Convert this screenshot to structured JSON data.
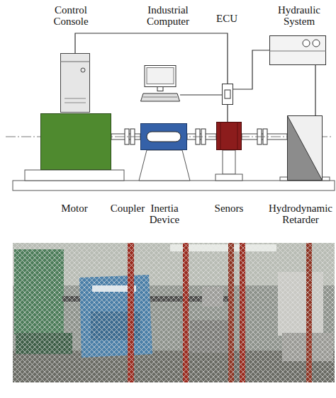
{
  "diagram": {
    "nodes": [
      {
        "text": [
          "Control Console"
        ]
      },
      {
        "text": [
          "Industrial Computer"
        ]
      },
      {
        "text": [
          "ECU"
        ]
      },
      {
        "text": [
          "Hydraulic System"
        ]
      },
      {
        "text": [
          "Motor"
        ]
      },
      {
        "text": [
          "Inertia Device"
        ]
      },
      {
        "text": [
          "Senors"
        ]
      },
      {
        "text": [
          "Hydrodynamic Retarder"
        ]
      }
    ],
    "edges": [
      {
        "from": 0,
        "to": 2,
        "arrow": "none"
      },
      {
        "from": 1,
        "to": 2,
        "arrow": "none"
      },
      {
        "from": 2,
        "to": 3,
        "arrow": "none"
      },
      {
        "from": 2,
        "to": 6,
        "arrow": "none"
      },
      {
        "from": 3,
        "to": 7,
        "arrow": "none"
      }
    ],
    "labels": [
      "Coupler"
    ]
  }
}
